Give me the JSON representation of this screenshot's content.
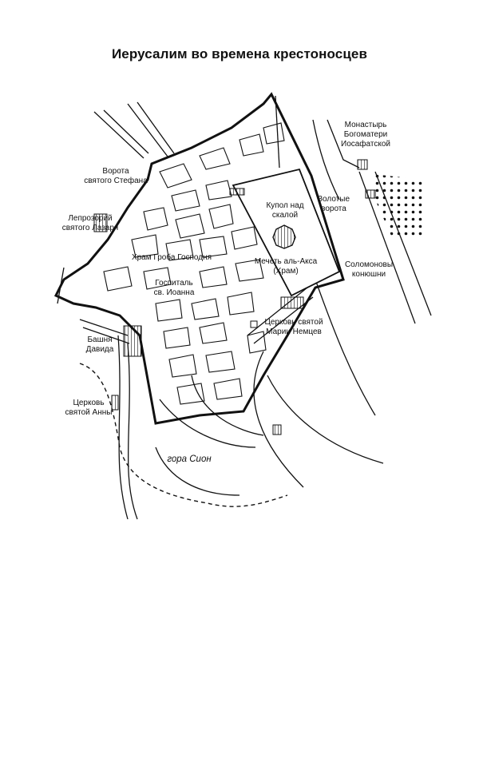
{
  "title": "Иерусалим во времена крестоносцев",
  "labels": {
    "stephen_gate": [
      "Ворота",
      "святого Стефана"
    ],
    "lazarus_leprosarium": [
      "Лепрозорий",
      "святого Лазаря"
    ],
    "holy_sepulchre": "Храм Гроба Господня",
    "hospital_john": [
      "Госпиталь",
      "св. Иоанна"
    ],
    "david_tower": [
      "Башня",
      "Давида"
    ],
    "st_anne_church": [
      "Церковь",
      "святой Анны"
    ],
    "mount_zion": "гора Сион",
    "dome_of_rock": [
      "Купол над",
      "скалой"
    ],
    "golden_gate": [
      "Золотые",
      "ворота"
    ],
    "al_aqsa": [
      "Мечеть аль-Акса",
      "(Храм)"
    ],
    "solomon_stables": [
      "Соломоновы",
      "конюшни"
    ],
    "st_mary_germans": [
      "Церковь святой",
      "Марии Немцев"
    ],
    "jehoshaphat_monastery": [
      "Монастырь",
      "Богоматери",
      "Иосафатской"
    ]
  }
}
